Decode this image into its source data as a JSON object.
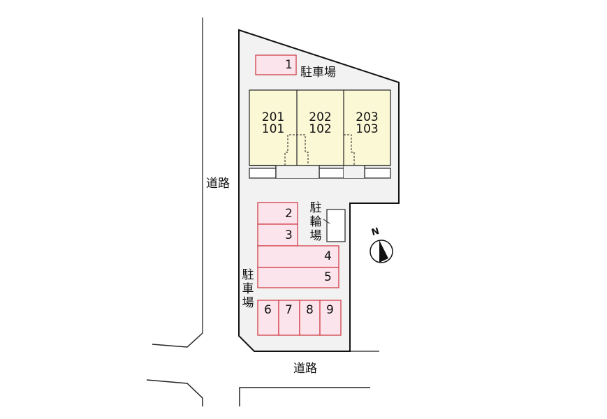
{
  "diagram": {
    "type": "site-plan",
    "colors": {
      "lot_fill": "#f2f2f2",
      "building_fill": "#fbf8d6",
      "parking_fill": "#fce4ec",
      "parking_border": "#d0404a",
      "line": "#222222"
    },
    "labels": {
      "road_west": "道路",
      "road_south": "道路",
      "parking_top": "駐車場",
      "parking_left": [
        "駐",
        "車",
        "場"
      ],
      "bicycle_parking": [
        "駐",
        "輪",
        "場"
      ],
      "north": "N"
    },
    "units": [
      {
        "upper": "201",
        "lower": "101"
      },
      {
        "upper": "202",
        "lower": "102"
      },
      {
        "upper": "203",
        "lower": "103"
      }
    ],
    "parking_spaces": [
      "1",
      "2",
      "3",
      "4",
      "5",
      "6",
      "7",
      "8",
      "9"
    ]
  }
}
